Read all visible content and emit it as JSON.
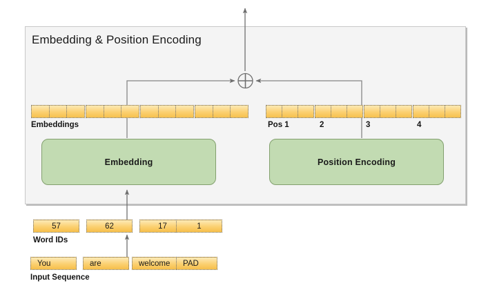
{
  "diagram": {
    "title": "Embedding & Position Encoding",
    "colors": {
      "panel_bg": "#f4f4f4",
      "panel_border": "#c8c8c8",
      "block_fill": "#c2dbb2",
      "block_border": "#82a06e",
      "vector_fill": "#fbd071",
      "vector_border": "#6b6b6b",
      "wire": "#808080",
      "text": "#1a1a1a"
    }
  },
  "blocks": {
    "embedding": {
      "label": "Embedding"
    },
    "position_encoding": {
      "label": "Position Encoding"
    }
  },
  "combine_node": {
    "symbol": "+",
    "name": "element-wise-add"
  },
  "embeddings_row": {
    "label": "Embeddings",
    "group_count": 4,
    "cells_per_group": 3
  },
  "position_row": {
    "group_count": 4,
    "cells_per_group": 3,
    "labels": [
      "Pos 1",
      "2",
      "3",
      "4"
    ]
  },
  "word_ids": {
    "label": "Word IDs",
    "values": [
      "57",
      "62",
      "17",
      "1"
    ]
  },
  "input_sequence": {
    "label": "Input Sequence",
    "tokens": [
      "You",
      "are",
      "welcome",
      "PAD"
    ]
  }
}
